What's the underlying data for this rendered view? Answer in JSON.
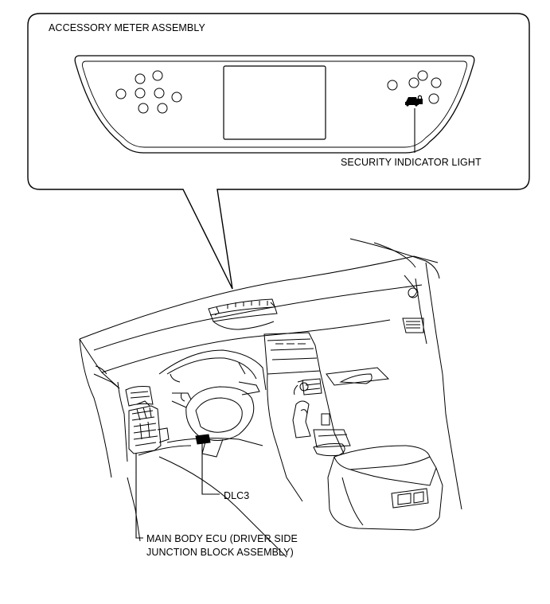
{
  "labels": {
    "accessory_meter_assembly": "ACCESSORY METER ASSEMBLY",
    "security_indicator_light": "SECURITY INDICATOR LIGHT",
    "dlc3": "DLC3",
    "main_body_ecu_line1": "MAIN BODY ECU (DRIVER SIDE",
    "main_body_ecu_line2": "JUNCTION BLOCK ASSEMBLY)"
  },
  "colors": {
    "line": "#000000",
    "background": "#ffffff"
  },
  "icons": {
    "security_indicator": "car-lock-icon"
  }
}
